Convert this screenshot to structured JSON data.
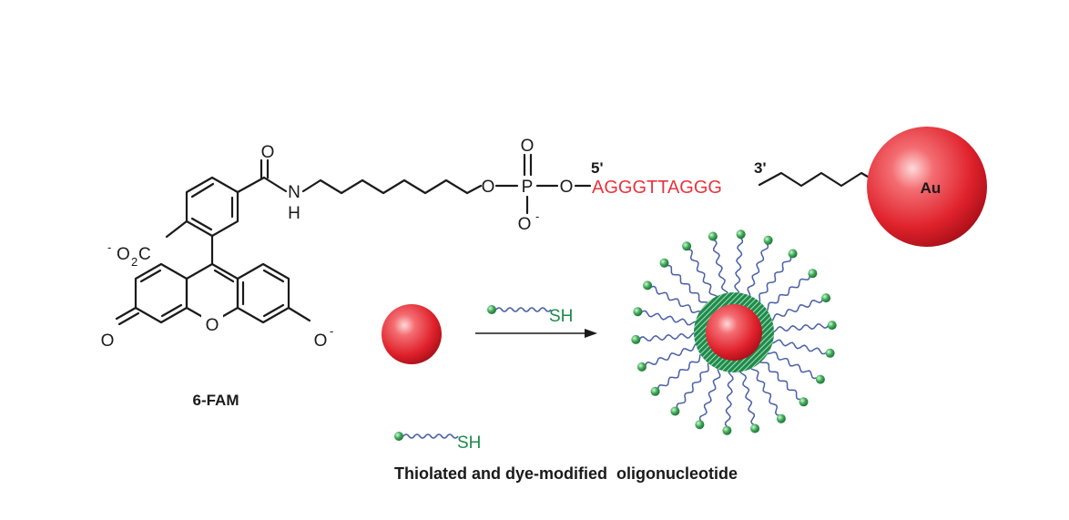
{
  "colors": {
    "background": "#ffffff",
    "ink": "#1a1a1a",
    "sequence": "#e8343c",
    "gold_nanoparticle": "#e8343c",
    "shell_green": "#1f8a4c",
    "chain_blue": "#4a5fa8",
    "dye_bead": "#3fae5a",
    "thiol_label": "#1f8a4c"
  },
  "labels": {
    "carbonyl_o": "O",
    "amide_n": "N",
    "amide_h": "H",
    "carboxylate_minus": "-",
    "carboxylate_o": "O",
    "carboxylate_sub": "2",
    "carboxylate_c": "C",
    "ring_o": "O",
    "keto_o": "O",
    "phenoxide_o": "O",
    "phenoxide_minus": "-",
    "compound_name": "6-FAM",
    "phosphate_o1": "O",
    "phosphate_p": "P",
    "phosphate_o2": "O",
    "phosphate_o_top": "O",
    "phosphate_o_bottom": "O",
    "phosphate_minus": "-",
    "five_prime": "5'",
    "three_prime": "3'",
    "sequence": "AGGGTTAGGG",
    "au_label": "Au",
    "thiol_top": "SH",
    "thiol_legend": "SH",
    "caption": "Thiolated and dye-modified  oligonucleotide"
  }
}
